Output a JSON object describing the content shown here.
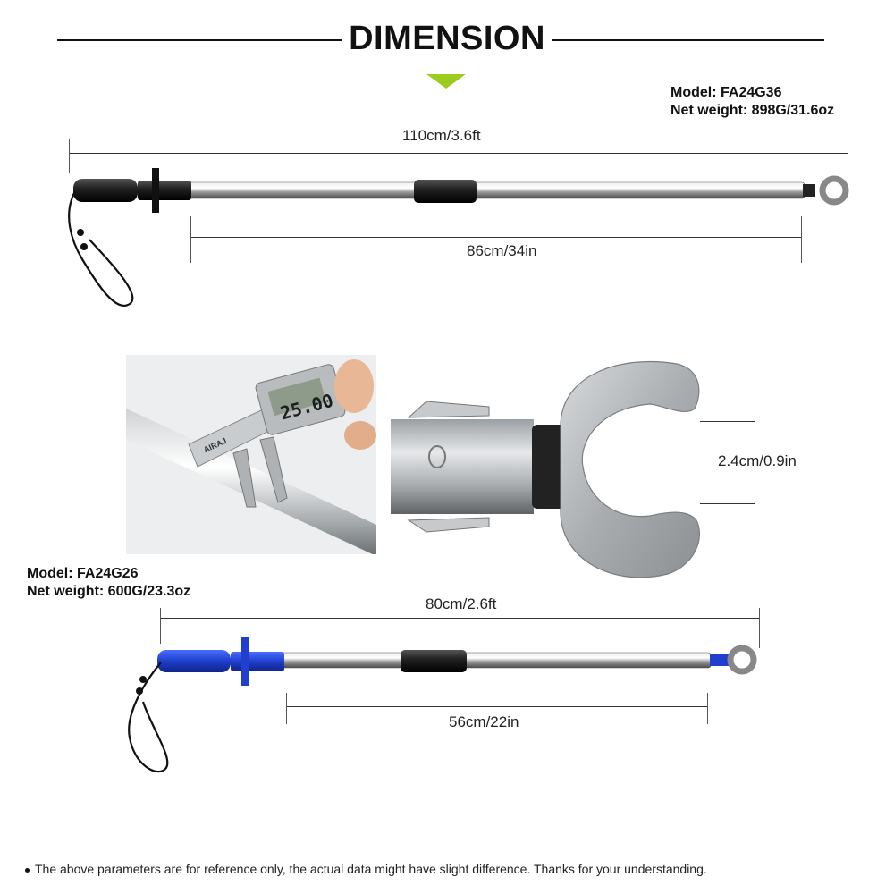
{
  "header": {
    "title": "DIMENSION",
    "accent_color": "#9ccc1f"
  },
  "product_large": {
    "model_label": "Model: FA24G36",
    "weight_label": "Net weight: 898G/31.6oz",
    "total_length": "110cm/3.6ft",
    "shaft_length": "86cm/34in",
    "handle_color": "#1a1a1a"
  },
  "jaw_detail": {
    "opening": "2.4cm/0.9in"
  },
  "caliper_photo": {
    "reading": "25.00",
    "brand": "AIRAJ"
  },
  "product_small": {
    "model_label": "Model: FA24G26",
    "weight_label": "Net weight: 600G/23.3oz",
    "total_length": "80cm/2.6ft",
    "shaft_length": "56cm/22in",
    "handle_color": "#1f3fcc"
  },
  "footer": {
    "note": "The above parameters are for reference only, the actual data might have slight difference. Thanks for your understanding."
  }
}
